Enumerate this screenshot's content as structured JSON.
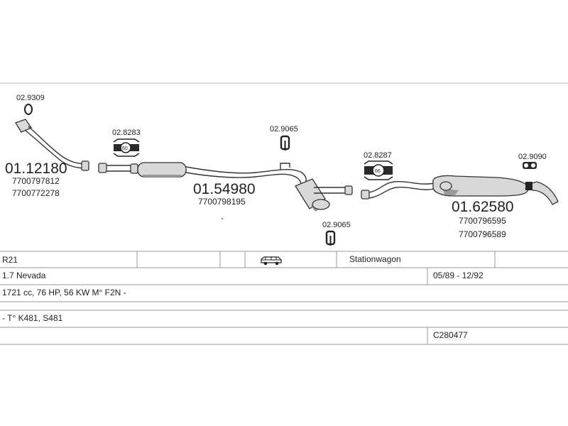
{
  "diagram": {
    "labels": {
      "clamp_top": "02.9309",
      "front_pipe": "01.12180",
      "front_pipe_oem_1": "7700797812",
      "front_pipe_oem_2": "7700772278",
      "mount_left": "02.8283",
      "mount_left_inner": "60",
      "center_muffler": "01.54980",
      "center_muffler_oem": "7700798195",
      "hanger_upper": "02.9065",
      "hanger_lower": "02.9065",
      "mount_right": "02.8287",
      "mount_right_inner": "66",
      "rear_muffler": "01.62580",
      "rear_muffler_oem_1": "7700796595",
      "rear_muffler_oem_2": "7700796589",
      "rear_mount": "02.9090"
    }
  },
  "vehicle_table": {
    "model": "R21",
    "body_type": "Stationwagon",
    "variant": "1.7 Nevada",
    "years": "05/89 - 12/92",
    "engine": "1721 cc, 76 HP, 56 KW M° F2N -",
    "transmission": "- T° K481, S481",
    "catalog_code": "C280477"
  },
  "icons": {
    "body_icon": "station-wagon-car-icon"
  }
}
